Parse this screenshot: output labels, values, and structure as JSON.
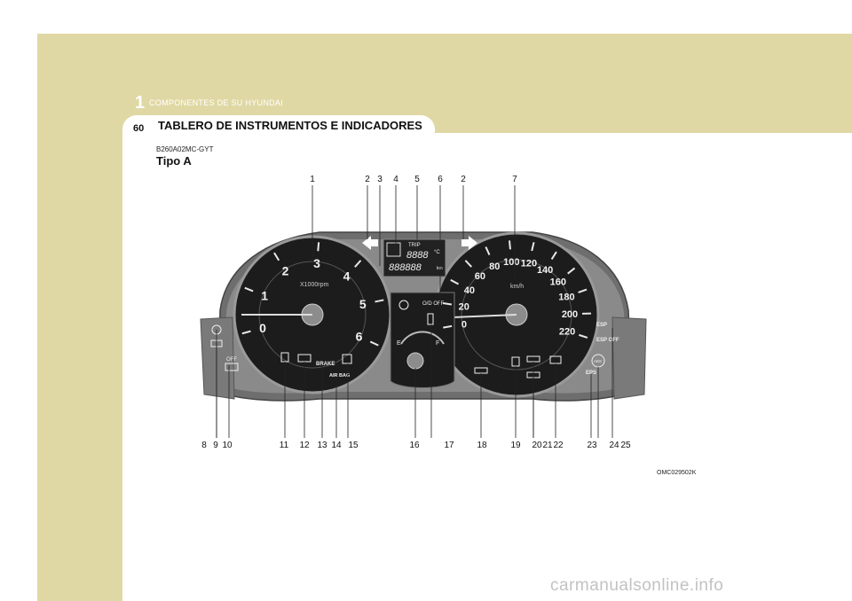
{
  "header": {
    "chapter_number": "1",
    "chapter_title": "COMPONENTES DE SU HYUNDAI",
    "page_number": "60",
    "section_title": "TABLERO DE INSTRUMENTOS E INDICADORES"
  },
  "content": {
    "code": "B260A02MC-GYT",
    "subtitle": "Tipo A",
    "figure_code": "OMC029502K"
  },
  "cluster": {
    "tach_labels": [
      "0",
      "1",
      "2",
      "3",
      "4",
      "5",
      "6"
    ],
    "tach_unit": "X1000rpm",
    "speed_labels": [
      "0",
      "20",
      "40",
      "60",
      "80",
      "100",
      "120",
      "140",
      "160",
      "180",
      "200",
      "220"
    ],
    "speed_unit": "km/h",
    "lcd_trip": "TRIP",
    "lcd_top": "8888",
    "lcd_bottom": "888888",
    "lcd_unit_c": "°C",
    "lcd_unit_km": "km",
    "od_off": "O/D OFF",
    "fuel_e": "E",
    "fuel_f": "F",
    "airbag": "AIR BAG",
    "brake": "BRAKE",
    "esp": "ESP",
    "esp_off": "ESP OFF",
    "eps": "EPS",
    "abs": "ABS",
    "off": "OFF"
  },
  "callouts_top": [
    "1",
    "2",
    "3",
    "4",
    "5",
    "6",
    "2",
    "7"
  ],
  "callouts_bottom": [
    "8",
    "9",
    "10",
    "11",
    "12",
    "13",
    "14",
    "15",
    "16",
    "17",
    "18",
    "19",
    "20",
    "21",
    "22",
    "23",
    "24",
    "25"
  ],
  "watermark": "carmanualsonline.info"
}
